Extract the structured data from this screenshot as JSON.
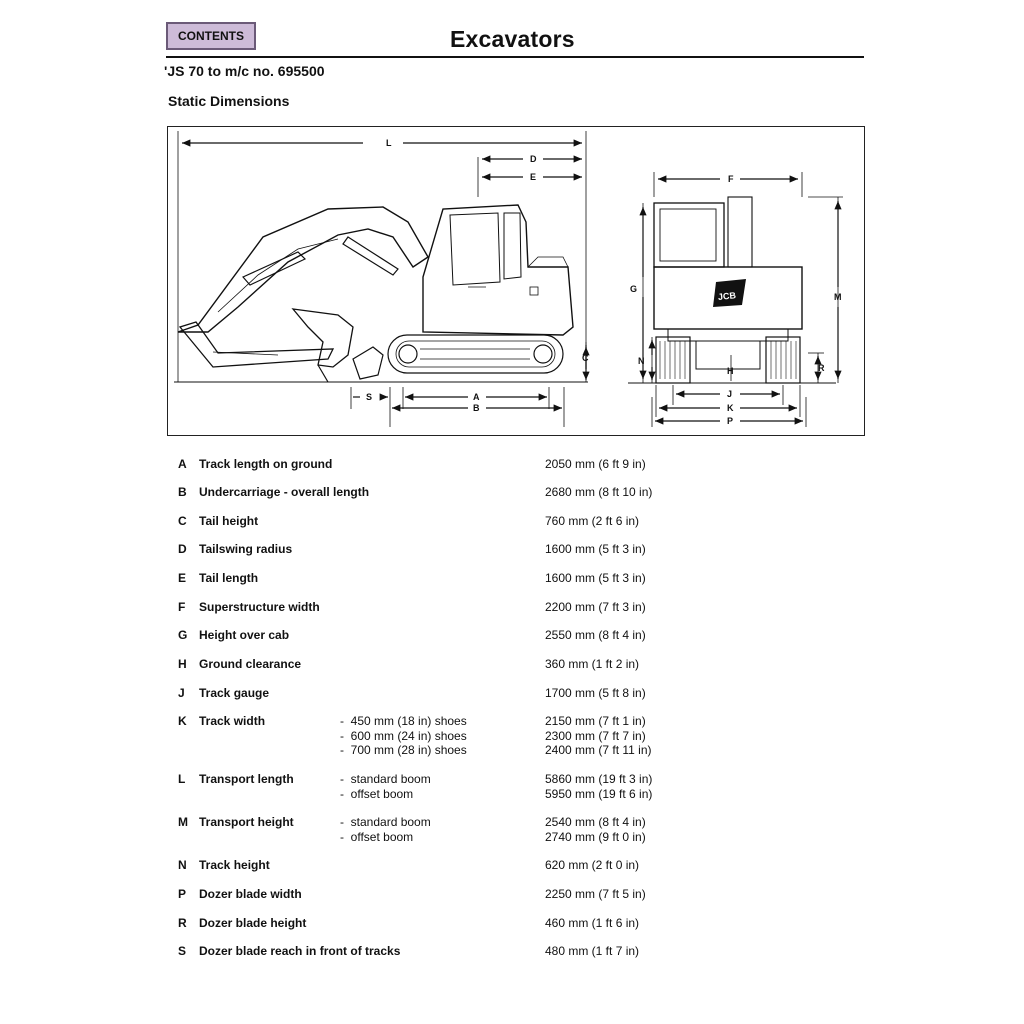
{
  "header": {
    "contents_label": "CONTENTS",
    "title": "Excavators",
    "subtitle": "'JS 70 to m/c no. 695500",
    "section": "Static Dimensions"
  },
  "diagram": {
    "labels": {
      "L": "L",
      "D": "D",
      "E": "E",
      "F": "F",
      "G": "G",
      "M": "M",
      "C": "C",
      "N": "N",
      "H": "H",
      "R": "R",
      "S": "S",
      "A": "A",
      "B": "B",
      "J": "J",
      "K": "K",
      "P": "P"
    },
    "logo_text": "JCB"
  },
  "specs": [
    {
      "letter": "A",
      "label": "Track length on ground",
      "options": [],
      "values": [
        "2050 mm (6 ft 9 in)"
      ]
    },
    {
      "letter": "B",
      "label": "Undercarriage - overall length",
      "options": [],
      "values": [
        "2680 mm (8 ft 10 in)"
      ]
    },
    {
      "letter": "C",
      "label": "Tail height",
      "options": [],
      "values": [
        "760 mm (2 ft 6 in)"
      ]
    },
    {
      "letter": "D",
      "label": "Tailswing radius",
      "options": [],
      "values": [
        "1600 mm (5 ft 3 in)"
      ]
    },
    {
      "letter": "E",
      "label": "Tail length",
      "options": [],
      "values": [
        "1600 mm (5 ft 3 in)"
      ]
    },
    {
      "letter": "F",
      "label": "Superstructure width",
      "options": [],
      "values": [
        "2200 mm (7 ft 3 in)"
      ]
    },
    {
      "letter": "G",
      "label": "Height over cab",
      "options": [],
      "values": [
        "2550 mm (8 ft 4 in)"
      ]
    },
    {
      "letter": "H",
      "label": "Ground clearance",
      "options": [],
      "values": [
        "360 mm (1 ft 2 in)"
      ]
    },
    {
      "letter": "J",
      "label": "Track gauge",
      "options": [],
      "values": [
        "1700 mm (5 ft 8 in)"
      ]
    },
    {
      "letter": "K",
      "label": "Track width",
      "options": [
        "450 mm (18 in) shoes",
        "600 mm (24 in) shoes",
        "700 mm (28 in) shoes"
      ],
      "values": [
        "2150 mm (7 ft 1 in)",
        "2300 mm (7 ft 7 in)",
        "2400 mm (7 ft 11 in)"
      ]
    },
    {
      "letter": "L",
      "label": "Transport length",
      "options": [
        "standard boom",
        "offset boom"
      ],
      "values": [
        "5860 mm (19 ft 3 in)",
        "5950 mm (19 ft 6 in)"
      ]
    },
    {
      "letter": "M",
      "label": "Transport height",
      "options": [
        "standard boom",
        "offset boom"
      ],
      "values": [
        "2540 mm (8 ft 4 in)",
        "2740 mm (9 ft 0 in)"
      ]
    },
    {
      "letter": "N",
      "label": "Track height",
      "options": [],
      "values": [
        "620 mm (2 ft 0 in)"
      ]
    },
    {
      "letter": "P",
      "label": "Dozer blade width",
      "options": [],
      "values": [
        "2250 mm (7 ft 5 in)"
      ]
    },
    {
      "letter": "R",
      "label": "Dozer blade height",
      "options": [],
      "values": [
        "460 mm (1 ft 6 in)"
      ]
    },
    {
      "letter": "S",
      "label": "Dozer blade reach in front of tracks",
      "options": [],
      "values": [
        "480 mm (1 ft 7 in)"
      ]
    }
  ]
}
